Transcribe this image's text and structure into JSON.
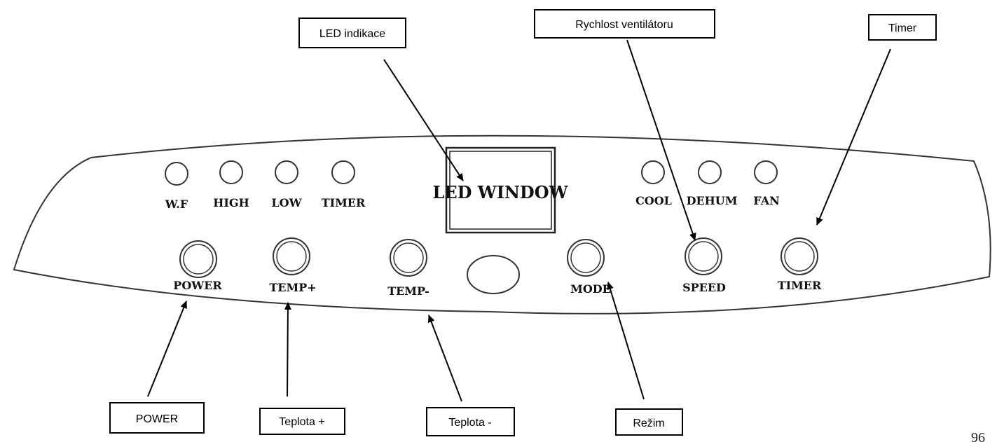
{
  "callouts": {
    "led_indication": "LED indikace",
    "fan_speed": "Rychlost ventilátoru",
    "timer": "Timer",
    "power": "POWER",
    "temp_plus": "Teplota +",
    "temp_minus": "Teplota -",
    "mode": "Režim"
  },
  "panel": {
    "led_window": "LED WINDOW",
    "indicators": {
      "wf": "W.F",
      "high": "HIGH",
      "low": "LOW",
      "timer": "TIMER",
      "cool": "COOL",
      "dehum": "DEHUM",
      "fan": "FAN"
    },
    "buttons": {
      "power": "POWER",
      "temp_plus": "TEMP+",
      "temp_minus": "TEMP-",
      "mode": "MODE",
      "speed": "SPEED",
      "timer": "TIMER"
    }
  },
  "page_number": "96"
}
